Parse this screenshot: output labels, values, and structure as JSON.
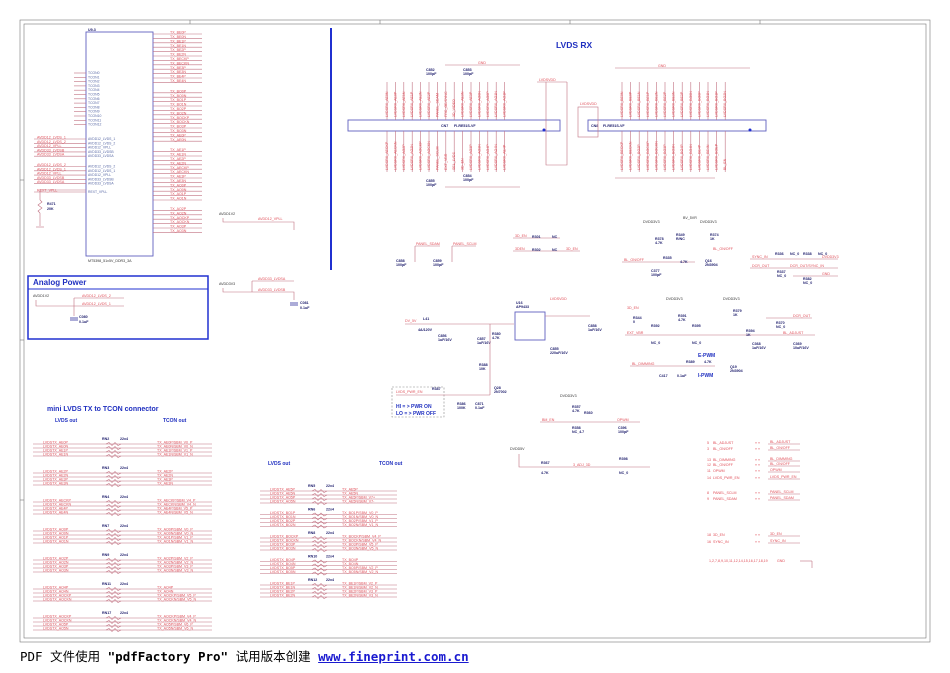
{
  "document": {
    "sections": {
      "lvds_rx": "LVDS RX",
      "analog_power": "Analog Power",
      "mini_lvds": "mini LVDS TX to TCON connector",
      "lvds_out": "LVDS out",
      "tcon_out": "TCON out"
    },
    "ic": {
      "ref": "U9-3",
      "part": "MT5398_51x5V_DDR3_3A",
      "left_pins": [
        "TCON0",
        "TCON1",
        "TCON2",
        "TCON3",
        "TCON4",
        "TCON5",
        "TCON6",
        "TCON7",
        "TCON8",
        "TCON9",
        "TCON10",
        "TCON11",
        "TCON12"
      ],
      "power_pins": [
        "AVDD12_LVDS_1",
        "AVDD12_LVDS_2",
        "AVDD12_VPLL",
        "AVDD33_LVDSB",
        "AVDD33_LVDSA",
        "AVDD12_LVDS_2",
        "AVDD12_LVDS_1",
        "AVDD12_VPLL",
        "AVDD33_LVDSB",
        "AVDD33_LVDSA",
        "REXT_VPLL"
      ],
      "right_signals": [
        "TX_BE0P",
        "TX_BE0N",
        "TX_BE1P",
        "TX_BE1N",
        "TX_BE2P",
        "TX_BE2N",
        "TX_BECKP",
        "TX_BECKN",
        "TX_BE3P",
        "TX_BE3N",
        "TX_BE4P",
        "TX_BE4N",
        "TX_BO0P",
        "TX_BO0N",
        "TX_BO1P",
        "TX_BO1N",
        "TX_BO2P",
        "TX_BO2N",
        "TX_BOCKP",
        "TX_BOCKN",
        "TX_BO3P",
        "TX_BO3N",
        "TX_AE0P",
        "TX_AE0N",
        "TX_AE1P",
        "TX_AE1N",
        "TX_AE2P",
        "TX_AE2N",
        "TX_AECKP",
        "TX_AECKN",
        "TX_AE3P",
        "TX_AE3N",
        "TX_AO0P",
        "TX_AO0N",
        "TX_AO1P",
        "TX_AO1N",
        "TX_AO2P",
        "TX_AO2N",
        "TX_AOCKP",
        "TX_AOCKN",
        "TX_AO3P",
        "TX_AO3N"
      ]
    },
    "rext": {
      "ref": "R471",
      "value": "20K"
    },
    "nets": {
      "avdd12_vpll": "AVDD12_VPLL",
      "avdd33_lvdsa": "AVDD33_LVDSA",
      "avdd33_lvdsb": "AVDD33_LVDSB",
      "avdd12_lvds_2": "AVDD12_LVDS_2",
      "avdd12_lvds_1": "AVDD12_LVDS_1",
      "avdd12v": "AVDD1V2",
      "avdd3v3": "AVDD3V3",
      "avdd1v2_src": "AVDD1V2",
      "c_analog": "C080",
      "c_analog_val": "0.1uF",
      "c_lvdsb": "C081",
      "c_lvdsb_val": "0.1uF"
    },
    "connectors": {
      "cn7": {
        "ref": "CN7",
        "part": "FI-RE51S-VF",
        "gnd": "GND",
        "pwr": "LVDSVDD"
      },
      "cn8": {
        "ref": "CN8",
        "part": "FI-RE51S-VF",
        "gnd": "GND",
        "pwr": "LVDSVDD"
      },
      "cn7_top": [
        "LVDSRX_AE0N",
        "LVDSRX_AE0P",
        "LVDSRX_AE1N",
        "LVDSRX_AE1P",
        "LVDSRX_AE2N",
        "LVDSRX_AE2P",
        "PANEL_SDAM",
        "FRC_OE/SYNC",
        "3D_VIDEO",
        "LVDSRX_AE3N",
        "LVDSRX_AE3P",
        "LVDSRX_AO0N",
        "LVDSRX_AO0P",
        "LVDSRX_AO1N",
        "LVDSRX_AO1P"
      ],
      "cn7_bot": [
        "LVDSRX_AECKP",
        "LVDSRX_AECKN",
        "LVDSRX_AO2P",
        "LVDSRX_AO2N",
        "LVDSRX_AOCKP",
        "LVDSRX_AOCKN",
        "PANEL_SCLM",
        "EXT_VBR",
        "SEL_LVDS",
        "3D_EN",
        "LVDSRX_AO3P",
        "LVDSRX_AO3N",
        "LVDSRX_AO4P",
        "LVDSRX_AO4N",
        "LVDSRX_AE4P"
      ],
      "cn8_top": [
        "LVDSRX_BE0N",
        "LVDSRX_BE0P",
        "LVDSRX_BE1N",
        "LVDSRX_BE1P",
        "LVDSRX_BE2N",
        "LVDSRX_BE2P",
        "LVDSRX_BE3N",
        "LVDSRX_BE3P",
        "LVDSRX_BO0N",
        "LVDSRX_BO0P",
        "LVDSRX_BO1N",
        "LVDSRX_BO1P",
        "LVDSRX_BO2N"
      ],
      "cn8_bot": [
        "LVDSRX_BECKP",
        "LVDSRX_BECKN",
        "LVDSRX_BO2P",
        "LVDSRX_BOCKP",
        "LVDSRX_BOCKN",
        "LVDSRX_BO3P",
        "LVDSRX_BO3N",
        "LVDSRX_BO4P",
        "LVDSRX_BO4N",
        "LVDSRX_BE4P",
        "LVDSRX_BE4N",
        "LVDSRX_BOEP",
        "BL_EN"
      ],
      "caps": [
        {
          "ref": "C852",
          "value": "100pF"
        },
        {
          "ref": "C853",
          "value": "100pF"
        },
        {
          "ref": "C855",
          "value": "100pF"
        },
        {
          "ref": "C854",
          "value": "100pF"
        }
      ]
    },
    "panel_caps": [
      {
        "net": "PANEL_SDAM",
        "ref": "C858",
        "value": "100pF"
      },
      {
        "net": "PANEL_SCLM",
        "ref": "C859",
        "value": "100pF"
      }
    ],
    "sel": [
      {
        "net": "3D_EN",
        "ref": "R301",
        "val": "NC"
      },
      {
        "net": "3DEN",
        "ref": "R302",
        "val": "NC",
        "out": "3D_EN"
      }
    ],
    "pwr_switch": {
      "input": "DV_5V",
      "inductor": "L41",
      "inductor_val": "4A/120V",
      "u_ref": "U16",
      "u_part": "AP9433",
      "out": "LVDSVDD",
      "c1": "C856",
      "c1_val": "1uF/16V",
      "c2": "C857",
      "c2_val": "1uF/16V",
      "r1": "R380",
      "r1_val": "4.7K",
      "r2": "R388",
      "r2_val": "10K",
      "q": "Q28",
      "q_part": "2N7002",
      "c3": "C858",
      "c3_val": "1uF/16V",
      "c4": "C855",
      "c4_val": "220uF/16V",
      "ctrl": "LVDS_PWR_EN",
      "r3": "R387",
      "r4": "R386",
      "r4_val": "100K",
      "c5": "C871",
      "c5_val": "0.1uF",
      "note1": "HI = > PWR ON",
      "note2": "LO = > PWR OFF"
    },
    "backlight": {
      "dvdd3v3": "DVDD3V3",
      "bv_5v": "BV_5VR",
      "r_pull": "R378",
      "r_pull_val": "4.7K",
      "r_nc": "R349",
      "r_nc_val": "R/NC",
      "r374": "R374",
      "r374_val": "1K",
      "bl_onoff_out": "BL_ON/OFF",
      "bl_onoff": "BL_ON/OFF",
      "r335": "R335",
      "r335_val": "4.7K",
      "q_on": "Q16",
      "q_on_part": "2N3904",
      "c377": "C377",
      "c377_val": "100pF",
      "sync_in": "SYNC_IN",
      "dcr_out": "DCR_OUT",
      "r336": "R336",
      "r336_val": "NC_0",
      "r338": "R338",
      "r338_val": "NC_0",
      "r337": "R337",
      "r337_val": "NC_0",
      "r382": "R382",
      "r382_val": "NC_0",
      "dcr_sync": "DCR_OUT/SYNC_IN",
      "dvdd3v3b": "DVDD3V3",
      "gnd": "GND",
      "3d_en": "3D_EN",
      "ext_vbr": "EXT_VBR",
      "r344": "R344",
      "r344_val": "0",
      "r392": "R392",
      "r392_val": "NC_0",
      "r391": "R391",
      "r391_val": "4.7K",
      "r395": "R395",
      "r395_val": "NC_0",
      "r379": "R379",
      "r379_val": "1K",
      "r394": "R394",
      "r394_val": "1K",
      "r370": "R370",
      "r370_val": "NC_0",
      "bl_adjust": "BL_ADJUST",
      "c368": "C368",
      "c368_val": "1uF/16V",
      "c369": "C369",
      "c369_val": "10uF/16V",
      "bl_dimming": "BL_DIMMING",
      "r389": "R389",
      "r389_val": "4.7K",
      "q19": "Q19",
      "q19_part": "2N3904",
      "c417": "C417",
      "c417_val": "0.1uF",
      "epwm": "E-PWM",
      "ipwm": "I-PWM",
      "bm_en": "BM_EN",
      "r357": "R357",
      "r357_val": "4.7K",
      "r358": "R358",
      "r358_val": "NC_4.7",
      "r360": "R360",
      "opwm": "OPWM",
      "c396": "C396",
      "c396_val": "100pF",
      "dvdd5v": "DVDD5V",
      "r367": "R367",
      "r367_val": "4.7K",
      "r398": "R398",
      "r398_val": "NC_0",
      "ladj": "3_ADJ_3D"
    },
    "header_list": [
      {
        "pin": "5",
        "name": "BL_ADJUST",
        "net": "BL_ADJUST"
      },
      {
        "pin": "3",
        "name": "BL_ON/OFF",
        "net": "BL_ON/OFF"
      },
      {
        "pin": "13",
        "name": "BL_DIMMING",
        "net": "BL_DIMMING"
      },
      {
        "pin": "12",
        "name": "BL_ON/OFF",
        "net": "BL_ON/OFF"
      },
      {
        "pin": "11",
        "name": "OPWM",
        "net": "OPWM"
      },
      {
        "pin": "14",
        "name": "LVDS_PWR_EN",
        "net": "LVDS_PWR_EN"
      },
      {
        "pin": "8",
        "name": "PANEL_SCLM",
        "net": "PANEL_SCLM"
      },
      {
        "pin": "9",
        "name": "PANEL_SDAM",
        "net": "PANEL_SDAM"
      },
      {
        "pin": "18",
        "name": "3D_EN",
        "net": "3D_EN"
      },
      {
        "pin": "16",
        "name": "SYNC_IN",
        "net": "SYNC_IN"
      }
    ],
    "header_gnd_pins": "1,2,7,8,9,10,11,12,14,15,16,17,18,19",
    "header_gnd": "GND",
    "rpacks_left": [
      {
        "ref": "RN2",
        "val": "22x4",
        "in": [
          "LVDSTX_AE0P",
          "LVDSTX_AE0N",
          "LVDSTX_AE1P",
          "LVDSTX_AE1N"
        ],
        "out": [
          "TX_AE0P/SBM_V0_P",
          "TX_AE0N/SBM_V0_N",
          "TX_AE1P/SBM_V1_P",
          "TX_AE1N/SBM_V1_N"
        ]
      },
      {
        "ref": "RN3",
        "val": "22x4",
        "in": [
          "LVDSTX_AE2P",
          "LVDSTX_AE2N",
          "LVDSTX_AE3P",
          "LVDSTX_AE3N"
        ],
        "out": [
          "TX_AE2P",
          "TX_AE2N",
          "TX_AE3P",
          "TX_AE3N"
        ]
      },
      {
        "ref": "RN4",
        "val": "22x4",
        "in": [
          "LVDSTX_AECKP",
          "LVDSTX_AECKN",
          "LVDSTX_AE4P",
          "LVDSTX_AE4N"
        ],
        "out": [
          "TX_AECKP/SBM_V4_P",
          "TX_AECKN/SBM_V4_N",
          "TX_AE4P/SBM_V5_P",
          "TX_AE4N/SBM_V5_N"
        ]
      },
      {
        "ref": "RN7",
        "val": "22x4",
        "in": [
          "LVDSTX_AO0P",
          "LVDSTX_AO0N",
          "LVDSTX_AO1P",
          "LVDSTX_AO1N"
        ],
        "out": [
          "TX_AO0P/SBM_V0_P",
          "TX_AO0N/SBM_V0_N",
          "TX_AO1P/SBM_V1_P",
          "TX_AO1N/SBM_V1_N"
        ]
      },
      {
        "ref": "RN9",
        "val": "22x4",
        "in": [
          "LVDSTX_AO2P",
          "LVDSTX_AO2N",
          "LVDSTX_AO3P",
          "LVDSTX_AO3N"
        ],
        "out": [
          "TX_AO2P/SBM_V2_P",
          "TX_AO2N/SBM_V2_N",
          "TX_AO3P/SBM_V3_P",
          "TX_AO3N/SBM_V3_N"
        ]
      },
      {
        "ref": "RN11",
        "val": "22x4",
        "in": [
          "LVDSTX_AO4P",
          "LVDSTX_AO4N",
          "LVDSTX_AOCKP",
          "LVDSTX_AOCKN"
        ],
        "out": [
          "TX_AO4P",
          "TX_AO4N",
          "TX_AOCKP/SBM_V5_P",
          "TX_AOCKN/SBM_V5_N"
        ]
      },
      {
        "ref": "RN17",
        "val": "22x4",
        "in": [
          "LVDSTX_AOCKP",
          "LVDSTX_AOCKN",
          "LVDSTX_AO5P",
          "LVDSTX_AO5N"
        ],
        "out": [
          "TX_AOCKP/SBM_V4_P",
          "TX_AOCKN/SBM_V4_N",
          "TX_AO5P/SBM_V6_P",
          "TX_AO5N/SBM_V6_N"
        ]
      }
    ],
    "rpacks_mid": [
      {
        "ref": "RN5",
        "val": "22x4",
        "in": [
          "LVDSTX_AE5P",
          "LVDSTX_AE5N",
          "LVDSTX_AO5P",
          "LVDSTX_AO5N"
        ],
        "out": [
          "TX_AE5P",
          "TX_AE5N",
          "TX_AE5P/SBM_V7+",
          "TX_AE5N/SBM_V7-"
        ]
      },
      {
        "ref": "RN6",
        "val": "22x4",
        "in": [
          "LVDSTX_BO1P",
          "LVDSTX_BO1N",
          "LVDSTX_BO2P",
          "LVDSTX_BO2N"
        ],
        "out": [
          "TX_BO1P/SBM_V0_P",
          "TX_BO1N/SBM_V0_N",
          "TX_BO2P/SBM_V1_P",
          "TX_BO2N/SBM_V1_N"
        ]
      },
      {
        "ref": "RN8",
        "val": "22x4",
        "in": [
          "LVDSTX_BOCKP",
          "LVDSTX_BOCKN",
          "LVDSTX_BO3P",
          "LVDSTX_BO3N"
        ],
        "out": [
          "TX_BOCKP/SBM_V4_P",
          "TX_BOCKN/SBM_V4_N",
          "TX_BO3P/SBM_V5_P",
          "TX_BO3N/SBM_V5_N"
        ]
      },
      {
        "ref": "RN10",
        "val": "22x4",
        "in": [
          "LVDSTX_BO4P",
          "LVDSTX_BO4N",
          "LVDSTX_BO5P",
          "LVDSTX_BO5N"
        ],
        "out": [
          "TX_BO4P",
          "TX_BO4N",
          "TX_BO5P/SBM_V2_P",
          "TX_BO5N/SBM_V2_N"
        ]
      },
      {
        "ref": "RN12",
        "val": "22x4",
        "in": [
          "LVDSTX_BE1P",
          "LVDSTX_BE1N",
          "LVDSTX_BE2P",
          "LVDSTX_BE2N"
        ],
        "out": [
          "TX_BE1P/SBM_V2_P",
          "TX_BE1N/SBM_V2_N",
          "TX_BE2P/SBM_V3_P",
          "TX_BE2N/SBM_V3_N"
        ]
      }
    ],
    "footer": {
      "prefix": "PDF 文件使用 ",
      "product": "\"pdfFactory Pro\"",
      "suffix": " 试用版本创建 ",
      "link": "www.fineprint.com.cn"
    }
  }
}
